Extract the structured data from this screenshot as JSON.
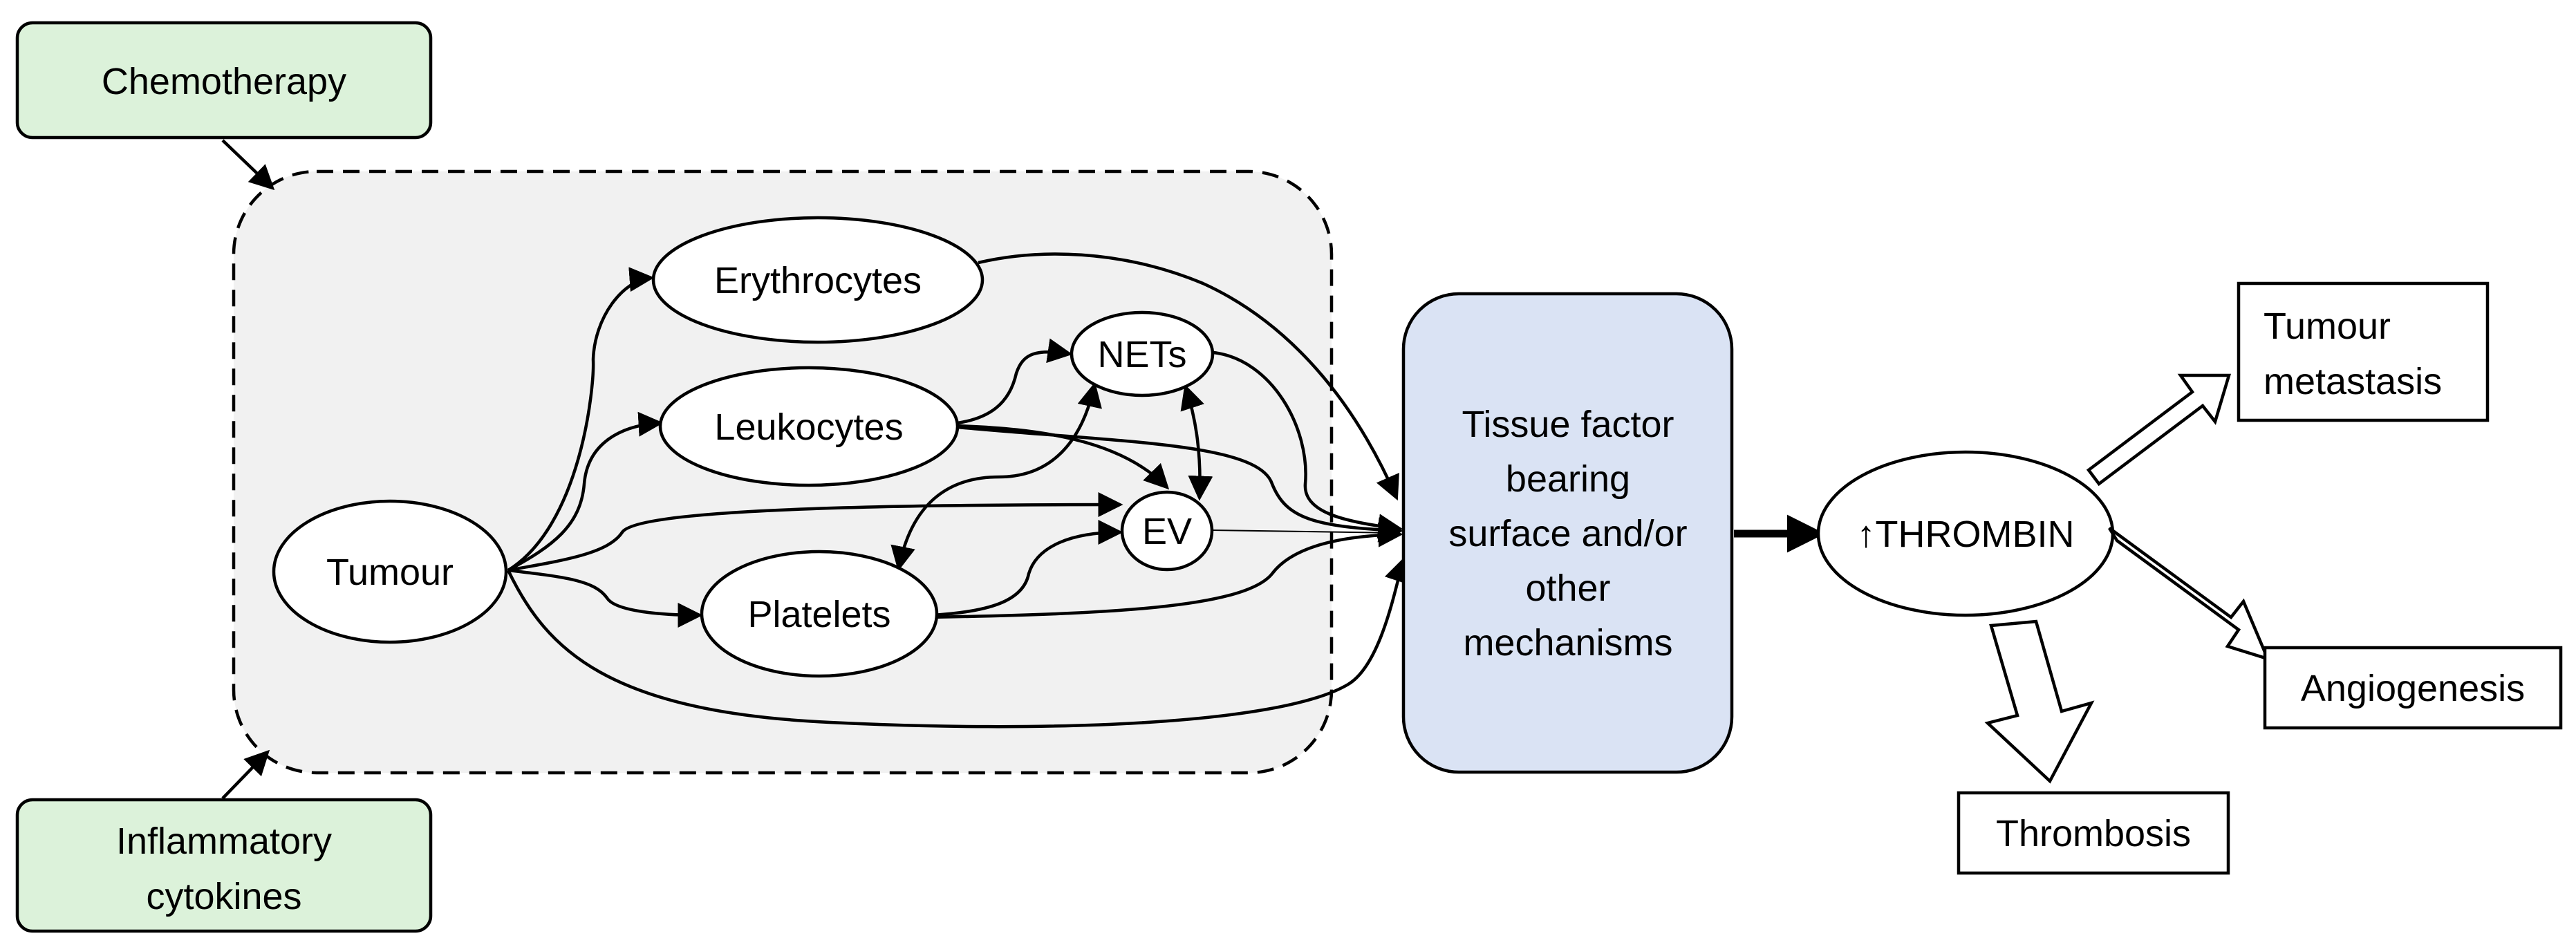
{
  "nodes": {
    "chemotherapy": "Chemotherapy",
    "inflammatory": [
      "Inflammatory",
      "cytokines"
    ],
    "tumour": "Tumour",
    "erythrocytes": "Erythrocytes",
    "leukocytes": "Leukocytes",
    "nets": "NETs",
    "ev": "EV",
    "platelets": "Platelets",
    "tissue_factor": [
      "Tissue factor",
      "bearing",
      "surface and/or",
      "other",
      "mechanisms"
    ],
    "thrombin": "↑THROMBIN",
    "tumour_metastasis": [
      "Tumour",
      "metastasis"
    ],
    "angiogenesis": "Angiogenesis",
    "thrombosis": "Thrombosis"
  },
  "colors": {
    "green_box": "#dcf2da",
    "blue_box": "#dae3f4",
    "grey_region": "#f1f1f1",
    "stroke": "#000000"
  }
}
